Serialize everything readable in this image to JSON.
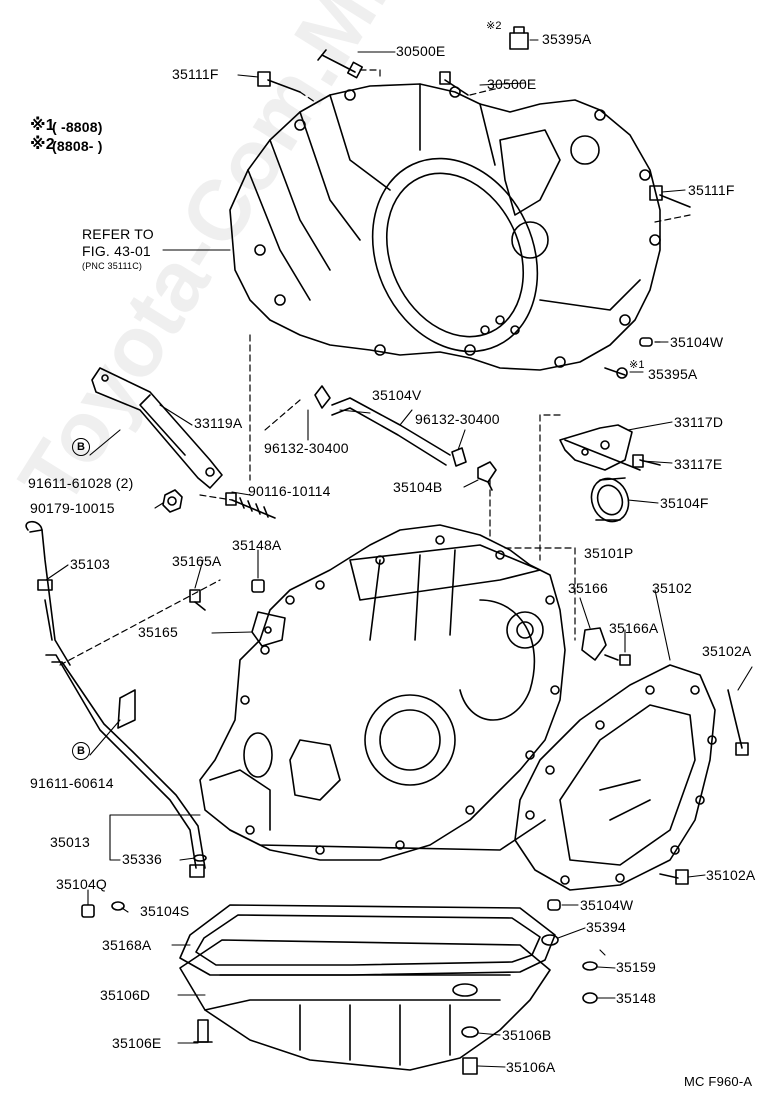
{
  "notes": {
    "n1_mark": "※1",
    "n1_range": "(          -8808)",
    "n2_mark": "※2",
    "n2_range": "(8808-          )"
  },
  "refer": {
    "line1": "REFER TO",
    "line2": "FIG. 43-01",
    "line3": "(PNC 35111C)"
  },
  "parts": {
    "p30500e_a": "30500E",
    "p30500e_b": "30500E",
    "p35395a_top_mark": "※2",
    "p35395a_top": "35395A",
    "p35111f_left": "35111F",
    "p35111f_right": "35111F",
    "p35104w_top": "35104W",
    "p35395a_mark": "※1",
    "p35395a": "35395A",
    "p33119a": "33119A",
    "p35104v": "35104V",
    "p96132_left": "96132-30400",
    "p96132_right": "96132-30400",
    "p33117d": "33117D",
    "p33117e": "33117E",
    "p91611_61028": "91611-61028 (2)",
    "p90116": "90116-10114",
    "p35104b": "35104B",
    "p35104f": "35104F",
    "p90179": "90179-10015",
    "p35103": "35103",
    "p35148a": "35148A",
    "p35165a": "35165A",
    "p35101p": "35101P",
    "p35166": "35166",
    "p35102": "35102",
    "p35165": "35165",
    "p35166a": "35166A",
    "p35102a_top": "35102A",
    "p91611_60614": "91611-60614",
    "p35013": "35013",
    "p35336": "35336",
    "p35104q": "35104Q",
    "p35104s": "35104S",
    "p35102a_bottom": "35102A",
    "p35104w_bottom": "35104W",
    "p35394": "35394",
    "p35168a": "35168A",
    "p35159": "35159",
    "p35106d": "35106D",
    "p35148": "35148",
    "p35106e": "35106E",
    "p35106b": "35106B",
    "p35106a": "35106A"
  },
  "b_marks": {
    "b1": "B",
    "b2": "B"
  },
  "figure_code": "MC F960-A",
  "watermark": "Toyota-Com.Mice.ru"
}
